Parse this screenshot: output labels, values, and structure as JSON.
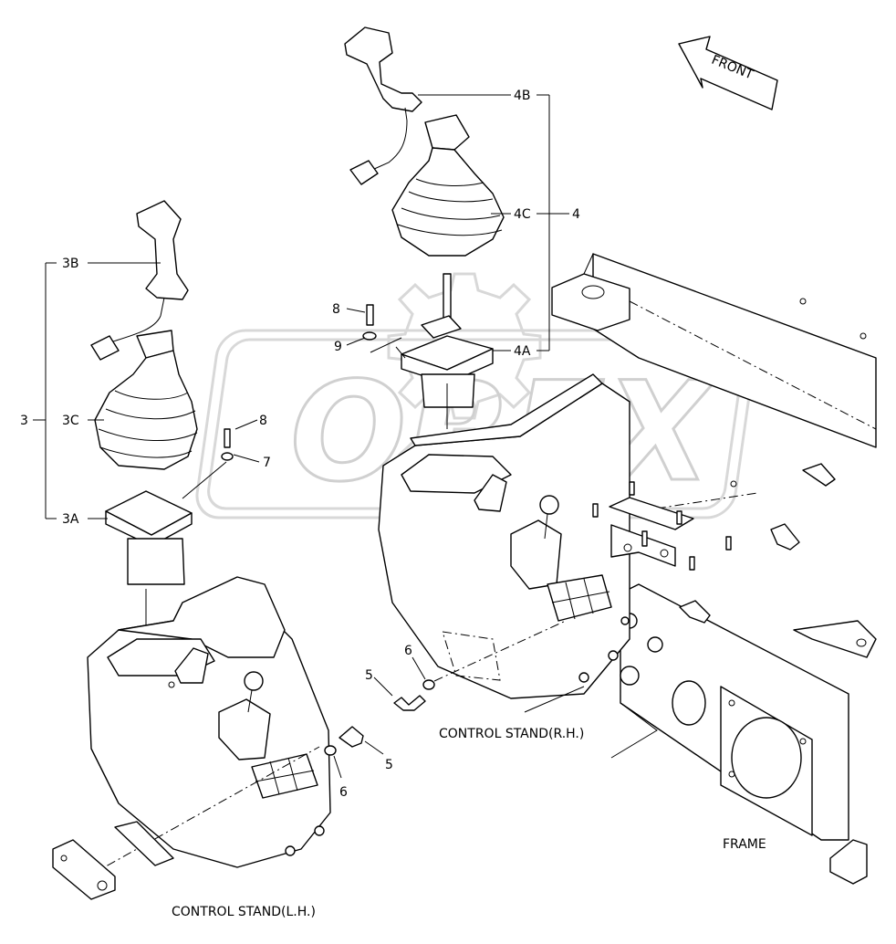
{
  "watermark": {
    "text": "OREX"
  },
  "front_arrow": {
    "text": "FRONT"
  },
  "labels": {
    "l4B": "4B",
    "l4C": "4C",
    "l4": "4",
    "l4A": "4A",
    "l3B": "3B",
    "l3": "3",
    "l3C": "3C",
    "l3A": "3A",
    "l8a": "8",
    "l9": "9",
    "l8b": "8",
    "l7": "7",
    "l5a": "5",
    "l6a": "6",
    "l5b": "5",
    "l6b": "6"
  },
  "captions": {
    "rh": "CONTROL STAND(R.H.)",
    "lh": "CONTROL STAND(L.H.)",
    "frame": "FRAME"
  }
}
